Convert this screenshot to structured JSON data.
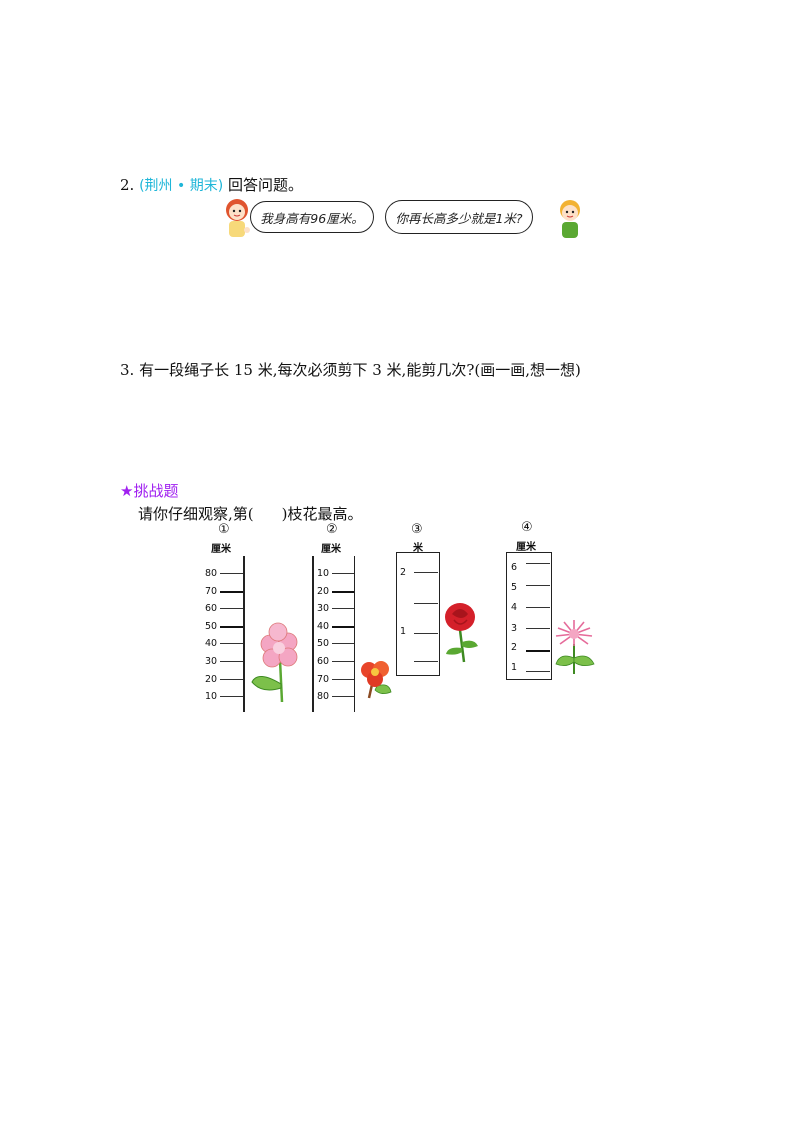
{
  "q2": {
    "number": "2.",
    "source": "(荆州 • 期末)",
    "prompt": "回答问题。",
    "girl_bubble": "我身高有96厘米。",
    "boy_bubble": "你再长高多少就是1米?"
  },
  "q3": {
    "text": "3. 有一段绳子长 15 米,每次必须剪下 3 米,能剪几次?(画一画,想一想)"
  },
  "challenge": {
    "heading": "★挑战题",
    "prompt_before": "请你仔细观察,第(",
    "prompt_blank": "    ",
    "prompt_after": ")枝花最高。",
    "rulers": [
      {
        "marker": "①",
        "unit": "厘米",
        "ticks": [
          "80",
          "70",
          "60",
          "50",
          "40",
          "30",
          "20",
          "10"
        ]
      },
      {
        "marker": "②",
        "unit": "厘米",
        "ticks": [
          "10",
          "20",
          "30",
          "40",
          "50",
          "60",
          "70",
          "80"
        ]
      },
      {
        "marker": "③",
        "unit": "米",
        "ticks": [
          "2",
          "1"
        ]
      },
      {
        "marker": "④",
        "unit": "厘米",
        "ticks": [
          "6",
          "5",
          "4",
          "3",
          "2",
          "1"
        ]
      }
    ]
  },
  "colors": {
    "source_cyan": "#1fb6d8",
    "challenge_purple": "#a020f0",
    "flower_pink": "#f4a6c3",
    "flower_red": "#d4202a",
    "leaf_green": "#5aa832"
  }
}
